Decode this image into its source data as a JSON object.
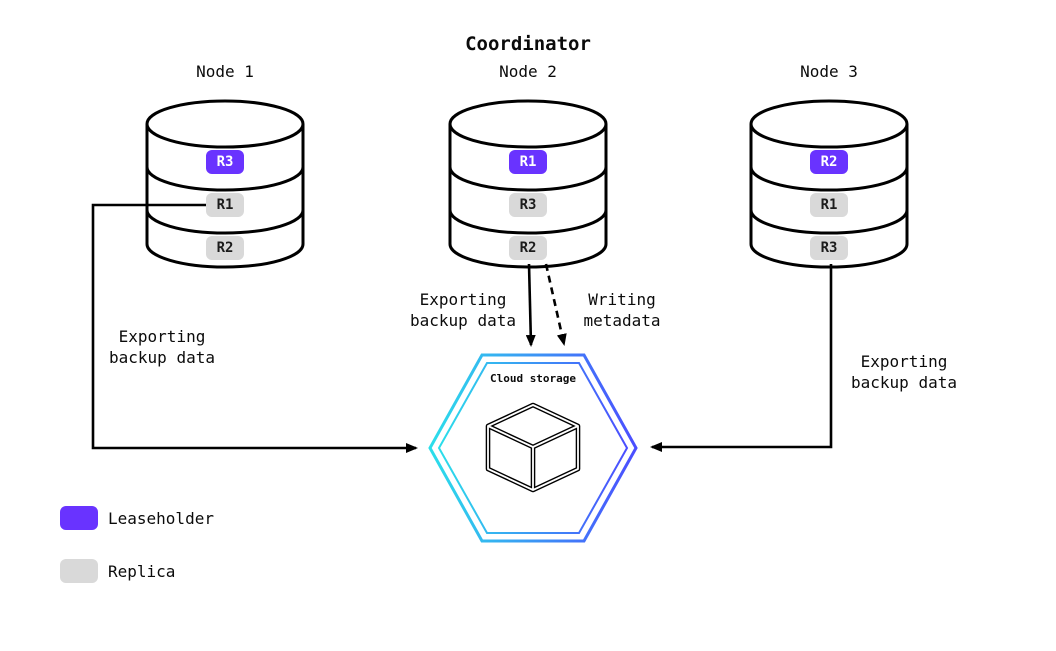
{
  "title": "Coordinator",
  "colors": {
    "leaseholder": "#6933ff",
    "replica": "#d9d9d9",
    "hex-start": "#2bdfea",
    "hex-end": "#4b4dff",
    "line": "#000000"
  },
  "nodes": [
    {
      "label": "Node 1",
      "replicas": [
        {
          "label": "R3",
          "type": "leaseholder"
        },
        {
          "label": "R1",
          "type": "replica"
        },
        {
          "label": "R2",
          "type": "replica"
        }
      ]
    },
    {
      "label": "Node 2",
      "replicas": [
        {
          "label": "R1",
          "type": "leaseholder"
        },
        {
          "label": "R3",
          "type": "replica"
        },
        {
          "label": "R2",
          "type": "replica"
        }
      ]
    },
    {
      "label": "Node 3",
      "replicas": [
        {
          "label": "R2",
          "type": "leaseholder"
        },
        {
          "label": "R1",
          "type": "replica"
        },
        {
          "label": "R3",
          "type": "replica"
        }
      ]
    }
  ],
  "cloud_storage": {
    "label": "Cloud storage"
  },
  "edge_labels": {
    "node1_export": "Exporting\nbackup data",
    "node2_export": "Exporting\nbackup data",
    "node2_metadata": "Writing\nmetadata",
    "node3_export": "Exporting\nbackup data"
  },
  "legend": [
    {
      "label": "Leaseholder",
      "type": "leaseholder"
    },
    {
      "label": "Replica",
      "type": "replica"
    }
  ]
}
